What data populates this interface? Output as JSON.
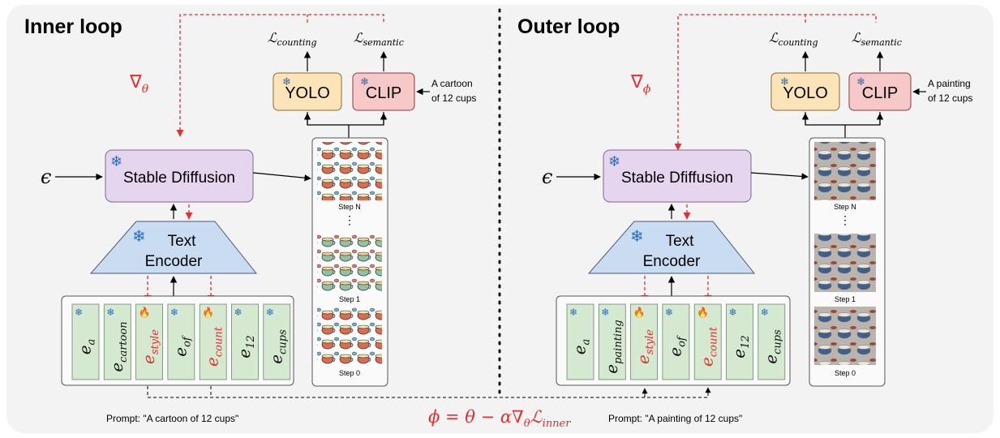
{
  "colors": {
    "background": "#f3f3f3",
    "diffusion_fill": "#e6d5ee",
    "encoder_fill": "#c9dcf2",
    "token_fill": "#d5e8d0",
    "yolo_fill": "#fde4b8",
    "clip_fill": "#f6c8c8",
    "gradient_red": "#e03030",
    "snowflake": "#1f6fd0",
    "flame": "#e8641a"
  },
  "inner": {
    "title": "Inner loop",
    "gradient_symbol": "∇",
    "gradient_sub": "θ",
    "loss_counting": "counting",
    "loss_semantic": "semantic",
    "yolo_label": "YOLO",
    "clip_label": "CLIP",
    "clip_prompt_line1": "A cartoon",
    "clip_prompt_line2": "of 12 cups",
    "noise_symbol": "ϵ",
    "diffusion_label": "Stable Dfiffusion",
    "encoder_line1": "Text",
    "encoder_line2": "Encoder",
    "tokens": [
      "a",
      "cartoon",
      "style",
      "of",
      "count",
      "12",
      "cups"
    ],
    "step_labels": [
      "Step N",
      "Step 1",
      "Step 0"
    ],
    "prompt_caption": "Prompt: \"A cartoon of 12 cups\""
  },
  "outer": {
    "title": "Outer loop",
    "gradient_symbol": "∇",
    "gradient_sub": "ϕ",
    "loss_counting": "counting",
    "loss_semantic": "semantic",
    "yolo_label": "YOLO",
    "clip_label": "CLIP",
    "clip_prompt_line1": "A painting",
    "clip_prompt_line2": "of 12 cups",
    "noise_symbol": "ϵ",
    "diffusion_label": "Stable Dfiffusion",
    "encoder_line1": "Text",
    "encoder_line2": "Encoder",
    "tokens": [
      "a",
      "painting",
      "style",
      "of",
      "count",
      "12",
      "cups"
    ],
    "step_labels": [
      "Step N",
      "Step 1",
      "Step 0"
    ],
    "prompt_caption": "Prompt: \"A painting of 12 cups\""
  },
  "loss_symbol": "ℒ",
  "token_symbol": "e",
  "update_rule": {
    "lhs": "ϕ = θ − α∇",
    "sub_theta": "θ",
    "loss": "ℒ",
    "loss_sub": "inner"
  }
}
